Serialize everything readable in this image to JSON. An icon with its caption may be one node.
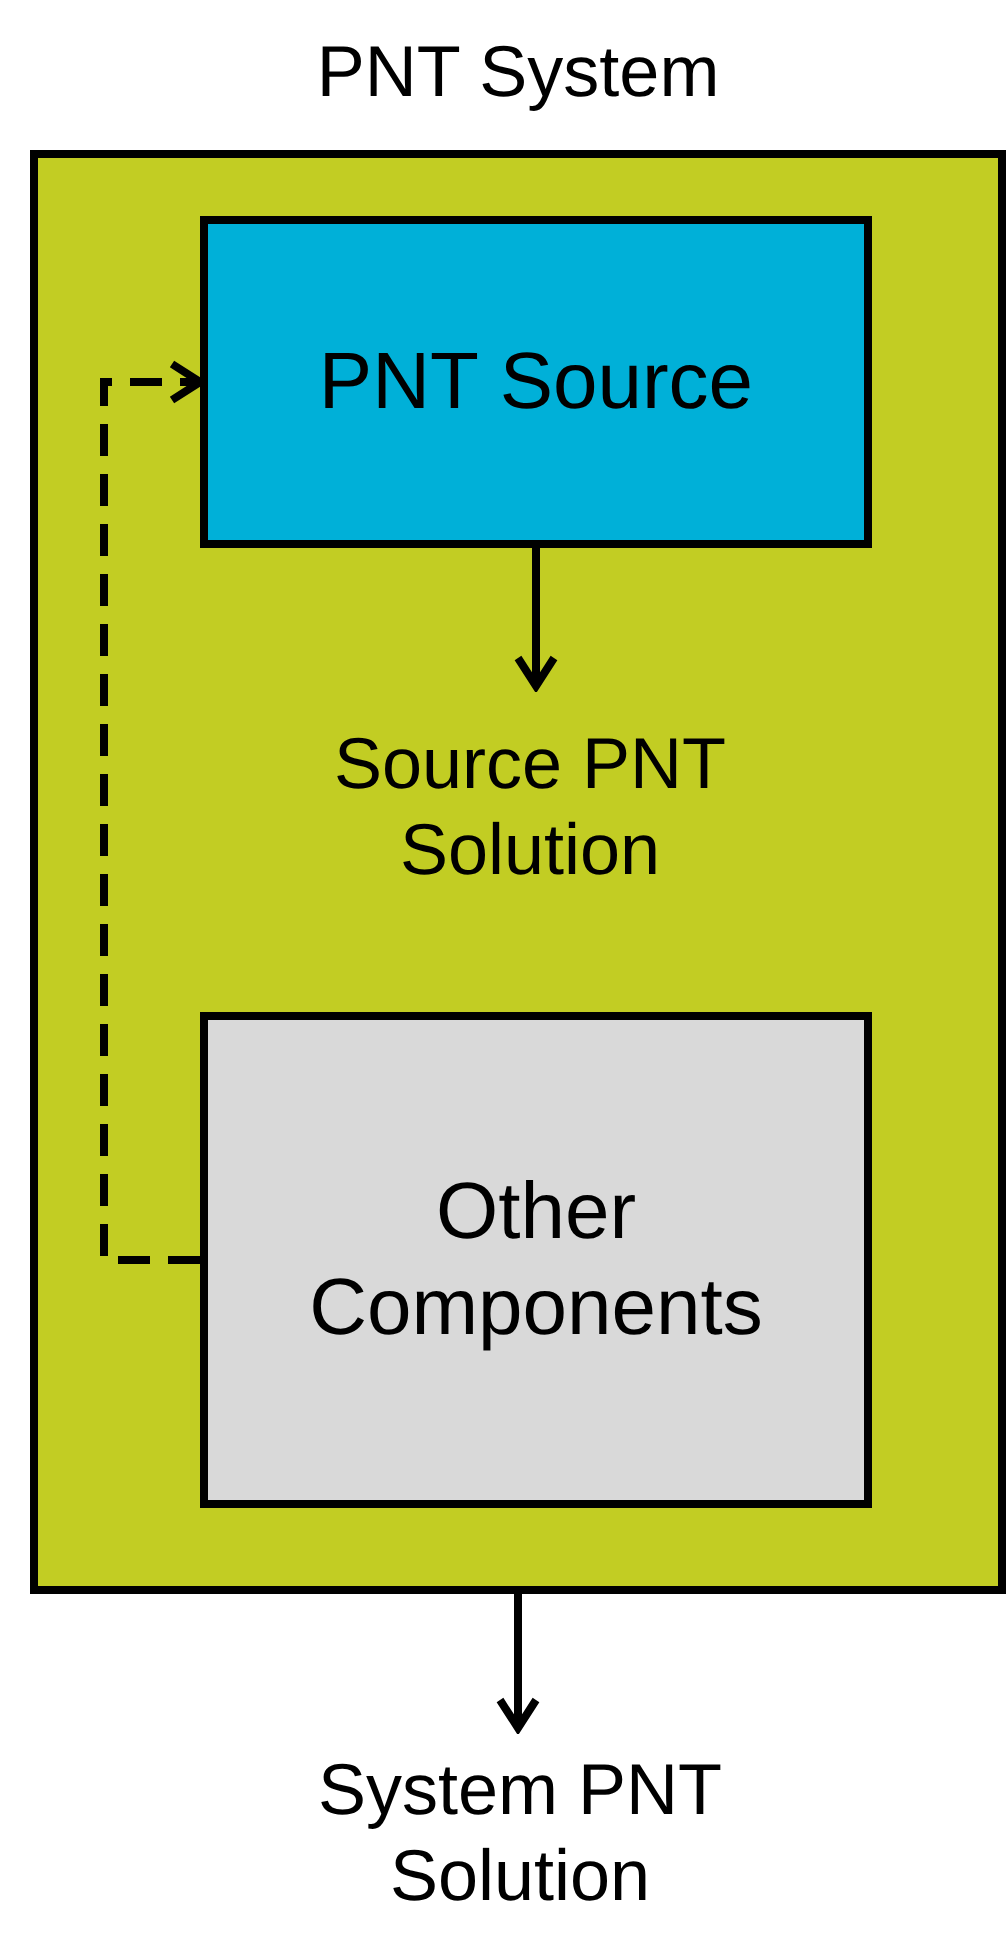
{
  "diagram": {
    "nodes": [
      {
        "text": [
          "PNT System"
        ]
      },
      {
        "text": [
          "PNT Source"
        ],
        "in": 0
      },
      {
        "text": [
          "Source PNT Solution"
        ],
        "in": 0
      },
      {
        "text": [
          "Other Components"
        ],
        "in": 0
      },
      {
        "text": [
          "System PNT Solution"
        ]
      }
    ],
    "edges": [
      {
        "from": 1,
        "to": 2,
        "arrow": "to"
      },
      {
        "from": 3,
        "to": 1,
        "arrow": "to",
        "style": "dashed"
      },
      {
        "from": 0,
        "to": 4,
        "arrow": "to"
      }
    ]
  }
}
